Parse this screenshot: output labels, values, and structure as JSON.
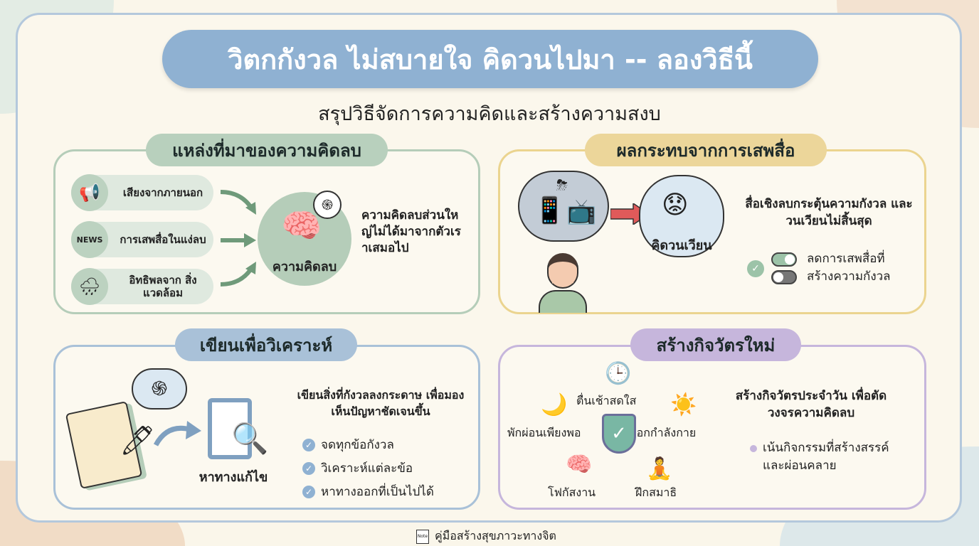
{
  "header": {
    "title": "วิตกกังวล ไม่สบายใจ คิดวนไปมา -- ลองวิธีนี้",
    "subtitle": "สรุปวิธีจัดการความคิดและสร้างความสงบ"
  },
  "colors": {
    "title_bg": "#8fb1d2",
    "green": "#b5cdb9",
    "yellow": "#ebd48f",
    "blue": "#a9c1d8",
    "purple": "#c6b6dc",
    "arrow_red": "#e05a5a"
  },
  "sources": {
    "heading": "แหล่งที่มาของความคิดลบ",
    "items": [
      {
        "icon": "megaphone-icon",
        "label": "เสียงจากภายนอก"
      },
      {
        "icon": "newspaper-icon",
        "label": "การเสพสื่อในแง่ลบ",
        "icon_text": "NEWS"
      },
      {
        "icon": "rain-cloud-icon",
        "label": "อิทธิพลจาก สิ่งแวดล้อม"
      }
    ],
    "center_label": "ความคิดลบ",
    "note": "ความคิดลบส่วนใหญ่ไม่ได้มาจากตัวเราเสมอไป"
  },
  "media": {
    "heading": "ผลกระทบจากการเสพสื่อ",
    "loop_label": "คิดวนเวียน",
    "note": "สื่อเชิงลบกระตุ้นความกังวล และวนเวียนไม่สิ้นสุด",
    "toggle_text": "ลดการเสพสื่อที่ สร้างความกังวล",
    "toggles": [
      {
        "state": "on"
      },
      {
        "state": "off"
      }
    ]
  },
  "writing": {
    "heading": "เขียนเพื่อวิเคราะห์",
    "clipboard_label": "หาทางแก้ไข",
    "note": "เขียนสิ่งที่กังวลลงกระดาษ เพื่อมองเห็นปัญหาชัดเจนขึ้น",
    "checks": [
      "จดทุกข้อกังวล",
      "วิเคราะห์แต่ละข้อ",
      "หาทางออกที่เป็นไปได้"
    ]
  },
  "routine": {
    "heading": "สร้างกิจวัตรใหม่",
    "cycle": [
      "ตื่นเช้าสดใส",
      "ออกกำลังกาย",
      "ฝึกสมาธิ",
      "โฟกัสงาน",
      "พักผ่อนเพียงพอ"
    ],
    "note": "สร้างกิจวัตรประจำวัน เพื่อตัดวงจรความคิดลบ",
    "bullet": "เน้นกิจกรรมที่สร้างสรรค์ และผ่อนคลาย"
  },
  "footer": {
    "label": "คู่มือสร้างสุขภาวะทางจิต",
    "icon_text": "Note"
  }
}
